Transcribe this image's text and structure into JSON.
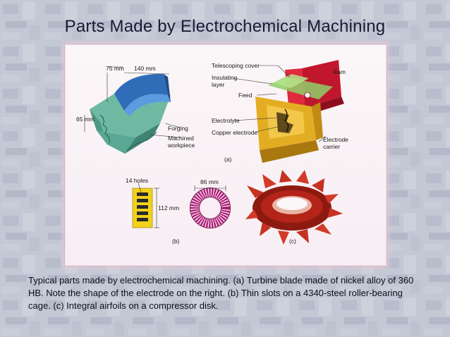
{
  "slide": {
    "title": "Parts Made by Electrochemical Machining",
    "caption": "Typical parts made by electrochemical machining.  (a)  Turbine blade made of nickel alloy of 360 HB.  Note the shape of the electrode on the right.  (b)  Thin slots on a 4340-steel roller-bearing cage.  (c)  Integral airfoils on a compressor disk."
  },
  "figure": {
    "part_a": {
      "dim_75": "75 mm",
      "dim_140": "140 mm",
      "dim_65": "65 mm",
      "forging": "Forging",
      "machined_1": "Machined",
      "machined_2": "workpiece",
      "telescoping_cover": "Telescoping cover",
      "insulating_1": "Insulating",
      "insulating_2": "layer",
      "feed": "Feed",
      "ram": "Ram",
      "electrolyte": "Electrolyte",
      "copper_electrode": "Copper electrode",
      "electrode_carrier_1": "Electrode",
      "electrode_carrier_2": "carrier",
      "panel_label": "(a)"
    },
    "part_b": {
      "holes": "14 holes",
      "dim_86": "86 mm",
      "dim_112": "112 mm",
      "panel_label": "(b)"
    },
    "part_c": {
      "panel_label": "(c)"
    }
  },
  "colors": {
    "accent_blue_green": "#6fb9a3",
    "electrode_gold": "#d9a21b",
    "ram_red": "#c0172c",
    "cage_yellow": "#f2d21a",
    "ring_magenta": "#b01d78",
    "disk_red": "#b42418"
  }
}
